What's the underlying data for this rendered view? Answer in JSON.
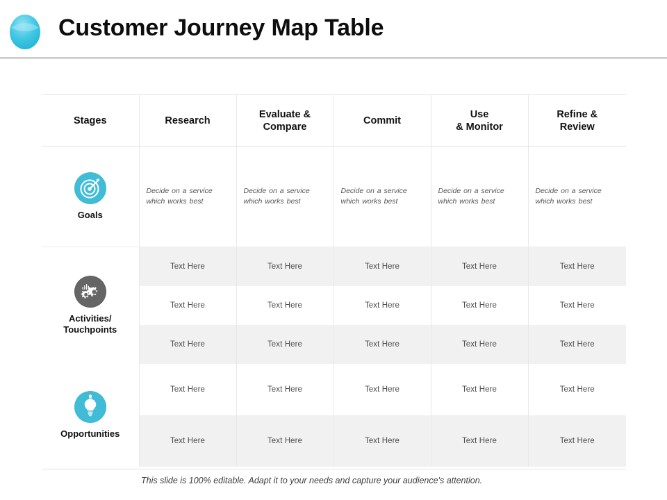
{
  "header": {
    "title": "Customer Journey Map Table",
    "bullet_icon": "cyan-sphere-bullet",
    "accent_color": "#2ec0dd",
    "rule_color": "#595959"
  },
  "table": {
    "columns": [
      {
        "label": "Stages",
        "lines": [
          "Stages"
        ]
      },
      {
        "label": "Research",
        "lines": [
          "Research"
        ]
      },
      {
        "label": "Evaluate & Compare",
        "lines": [
          "Evaluate &",
          "Compare"
        ]
      },
      {
        "label": "Commit",
        "lines": [
          "Commit"
        ]
      },
      {
        "label": "Use & Monitor",
        "lines": [
          "Use",
          "& Monitor"
        ]
      },
      {
        "label": "Refine & Review",
        "lines": [
          "Refine &",
          "Review"
        ]
      }
    ],
    "rows": [
      {
        "stage": "Goals",
        "icon": "target-bullseye-icon",
        "icon_color": "#3bb8d4",
        "subrows": [
          {
            "shaded": false,
            "cells": [
              "Decide on a service which works best",
              "Decide on a service which works best",
              "Decide on a service which works best",
              "Decide on a service which works best",
              "Decide on a service which works best"
            ]
          }
        ]
      },
      {
        "stage": "Activities/ Touchpoints",
        "stage_lines": [
          "Activities/",
          "Touchpoints"
        ],
        "icon": "gears-icon",
        "icon_color": "#5e5e5e",
        "subrows": [
          {
            "shaded": true,
            "cells": [
              "Text Here",
              "Text Here",
              "Text Here",
              "Text Here",
              "Text Here"
            ]
          },
          {
            "shaded": false,
            "cells": [
              "Text Here",
              "Text Here",
              "Text Here",
              "Text Here",
              "Text Here"
            ]
          },
          {
            "shaded": true,
            "cells": [
              "Text Here",
              "Text Here",
              "Text Here",
              "Text Here",
              "Text Here"
            ]
          }
        ]
      },
      {
        "stage": "Opportunities",
        "stage_lines": [
          "Opportunities"
        ],
        "icon": "lightbulb-idea-icon",
        "icon_color": "#3bb8d4",
        "subrows": [
          {
            "shaded": false,
            "cells": [
              "Text Here",
              "Text Here",
              "Text Here",
              "Text Here",
              "Text Here"
            ]
          },
          {
            "shaded": true,
            "cells": [
              "Text Here",
              "Text Here",
              "Text Here",
              "Text Here",
              "Text Here"
            ]
          }
        ]
      }
    ],
    "shaded_row_color": "#f1f1f1",
    "grid_color": "#e8e8e8"
  },
  "footer": {
    "note": "This slide is 100% editable. Adapt it to your needs and capture your audience's attention."
  }
}
